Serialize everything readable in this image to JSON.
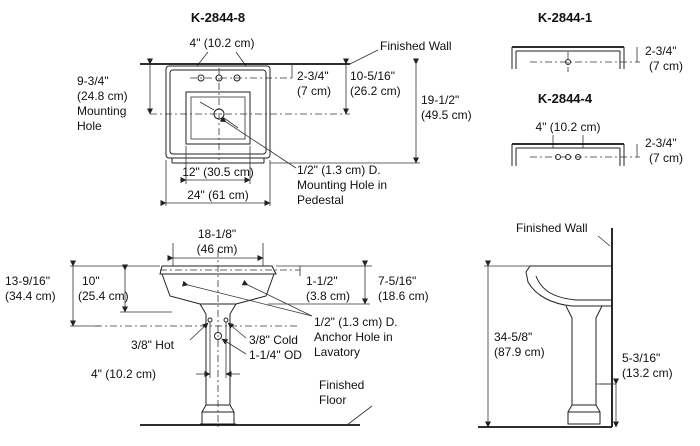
{
  "titles": {
    "top_view": "K-2844-8",
    "single_hole": "K-2844-1",
    "four_inch": "K-2844-4"
  },
  "top_view": {
    "faucet_spread": "4\" (10.2 cm)",
    "finished_wall": "Finished Wall",
    "mounting_hole_1": "9-3/4\"",
    "mounting_hole_2": "(24.8 cm)",
    "mounting_hole_3": "Mounting",
    "mounting_hole_4": "Hole",
    "faucet_depth_1": "2-3/4\"",
    "faucet_depth_2": "(7 cm)",
    "bowl_depth_1": "10-5/16\"",
    "bowl_depth_2": "(26.2 cm)",
    "total_depth_1": "19-1/2\"",
    "total_depth_2": "(49.5 cm)",
    "bowl_width": "12\" (30.5 cm)",
    "total_width": "24\" (61 cm)",
    "pedestal_hole_1": "1/2\" (1.3 cm) D.",
    "pedestal_hole_2": "Mounting Hole in",
    "pedestal_hole_3": "Pedestal"
  },
  "single_hole_view": {
    "dim_1": "2-3/4\"",
    "dim_2": "(7 cm)"
  },
  "four_inch_view": {
    "spread": "4\" (10.2 cm)",
    "dim_1": "2-3/4\"",
    "dim_2": "(7 cm)"
  },
  "front_view": {
    "top_width_1": "18-1/8\"",
    "top_width_2": "(46 cm)",
    "overall_1": "13-9/16\"",
    "overall_2": "(34.4 cm)",
    "depth_1": "10\"",
    "depth_2": "(25.4 cm)",
    "rim_1": "1-1/2\"",
    "rim_2": "(3.8 cm)",
    "height_1": "7-5/16\"",
    "height_2": "(18.6 cm)",
    "anchor_1": "1/2\" (1.3 cm) D.",
    "anchor_2": "Anchor Hole in",
    "anchor_3": "Lavatory",
    "hot": "3/8\" Hot",
    "cold": "3/8\" Cold",
    "drain": "1-1/4\" OD",
    "supply_spread": "4\" (10.2 cm)",
    "floor_1": "Finished",
    "floor_2": "Floor"
  },
  "side_view": {
    "finished_wall": "Finished Wall",
    "height_1": "34-5/8\"",
    "height_2": "(87.9 cm)",
    "drain_1": "5-3/16\"",
    "drain_2": "(13.2 cm)"
  }
}
